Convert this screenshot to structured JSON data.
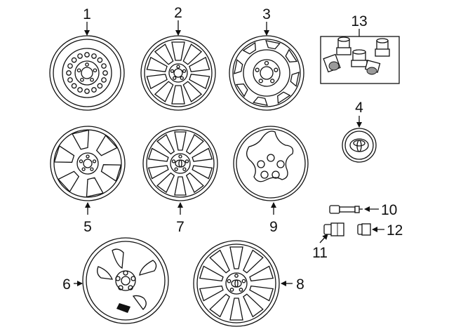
{
  "diagram": {
    "callouts": [
      {
        "id": "1",
        "label": "1"
      },
      {
        "id": "2",
        "label": "2"
      },
      {
        "id": "3",
        "label": "3"
      },
      {
        "id": "4",
        "label": "4"
      },
      {
        "id": "5",
        "label": "5"
      },
      {
        "id": "6",
        "label": "6"
      },
      {
        "id": "7",
        "label": "7"
      },
      {
        "id": "8",
        "label": "8"
      },
      {
        "id": "9",
        "label": "9"
      },
      {
        "id": "10",
        "label": "10"
      },
      {
        "id": "11",
        "label": "11"
      },
      {
        "id": "12",
        "label": "12"
      },
      {
        "id": "13",
        "label": "13"
      }
    ],
    "line_color": "#111111",
    "background": "#ffffff"
  }
}
